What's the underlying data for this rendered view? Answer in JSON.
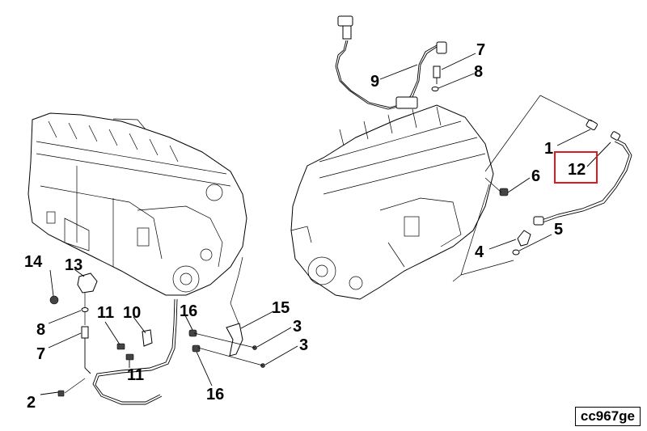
{
  "callouts": {
    "c1": "1",
    "c2": "2",
    "c3a": "3",
    "c3b": "3",
    "c4": "4",
    "c5": "5",
    "c6": "6",
    "c7a": "7",
    "c7b": "7",
    "c8a": "8",
    "c8b": "8",
    "c9": "9",
    "c10": "10",
    "c11a": "11",
    "c11b": "11",
    "c12": "12",
    "c13": "13",
    "c14": "14",
    "c15": "15",
    "c16a": "16",
    "c16b": "16"
  },
  "reference_code": "cc967ge",
  "highlight_color": "#e0191e"
}
